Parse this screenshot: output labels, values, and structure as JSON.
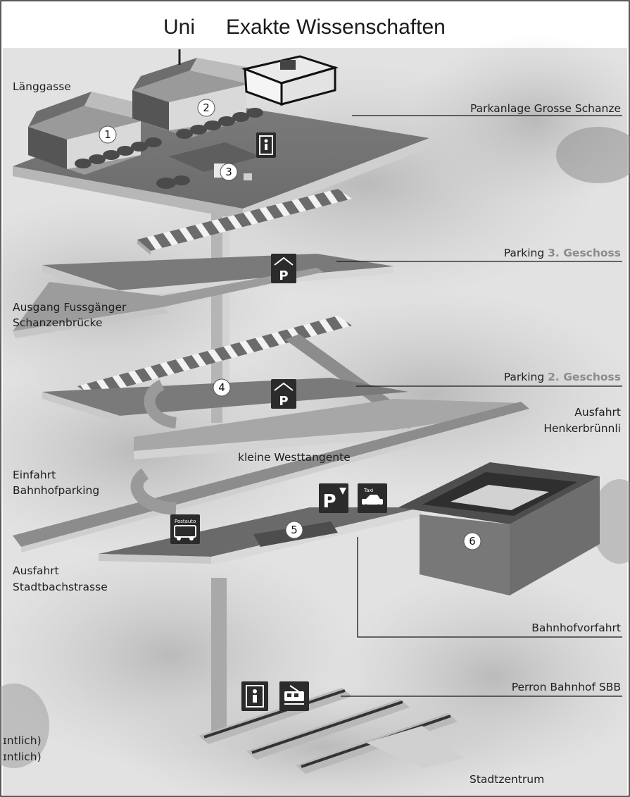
{
  "title": {
    "prefix": "Uni",
    "main": "Exakte Wissenschaften"
  },
  "levels": {
    "top": "Parkanlage Grosse Schanze",
    "parking3_prefix": "Parking ",
    "parking3_suffix": "3. Geschoss",
    "parking2_prefix": "Parking ",
    "parking2_suffix": "2. Geschoss",
    "vorfahrt": "Bahnhofvorfahrt",
    "perron": "Perron Bahnhof SBB"
  },
  "places": {
    "laenggasse": "Länggasse",
    "ausgang_1": "Ausgang Fussgänger",
    "ausgang_2": "Schanzenbrücke",
    "ausfahrt_henker_1": "Ausfahrt",
    "ausfahrt_henker_2": "Henkerbrünnli",
    "westtangente": "kleine Westtangente",
    "einfahrt_1": "Einfahrt",
    "einfahrt_2": "Bahnhofparking",
    "ausfahrt_stadt_1": "Ausfahrt",
    "ausfahrt_stadt_2": "Stadtbachstrasse",
    "stadtzentrum": "Stadtzentrum",
    "cut_1": "ɪntlich)",
    "cut_2": "ɪntlich)"
  },
  "markers": [
    "1",
    "2",
    "3",
    "4",
    "5",
    "6"
  ],
  "icons": {
    "postauto": "Postauto",
    "taxi": "Taxi",
    "parking_letter": "P"
  },
  "colors": {
    "label_accent": "#8c8c8c",
    "icon_bg": "#2b2b2b",
    "deck": "#8f8f8f",
    "deck_dark": "#5a5a5a",
    "ramp_light": "#c8c8c8"
  }
}
